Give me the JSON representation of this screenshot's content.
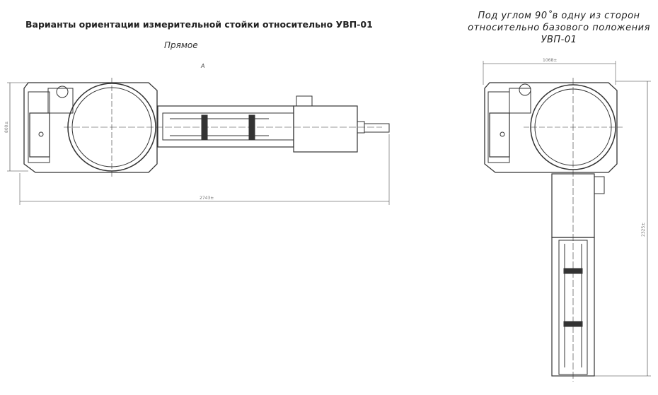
{
  "title": "Варианты ориентации измерительной стойки относительно УВП-01",
  "views": [
    {
      "caption": "Прямое",
      "view_mark": "A",
      "dim_length": "2743±",
      "dim_height": "800±"
    },
    {
      "caption": "Под углом 90˚в одну из сторон относительно базового положения УВП-01",
      "dim_width": "1068±",
      "dim_height": "2325±"
    }
  ]
}
